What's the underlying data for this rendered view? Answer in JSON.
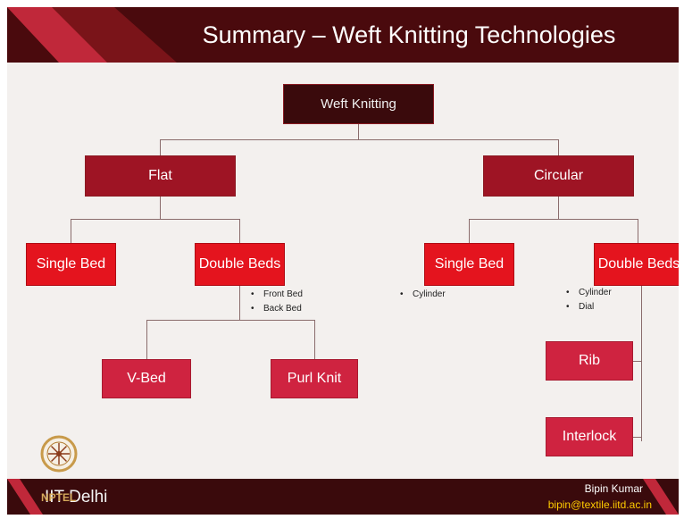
{
  "title": "Summary – Weft Knitting Technologies",
  "root": "Weft Knitting",
  "flat": {
    "label": "Flat",
    "single_bed": "Single Bed",
    "double_beds": "Double Beds",
    "double_beds_bullets": [
      "Front Bed",
      "Back Bed"
    ],
    "v_bed": "V-Bed",
    "purl_knit": "Purl Knit"
  },
  "circular": {
    "label": "Circular",
    "single_bed": "Single Bed",
    "single_bed_bullets": [
      "Cylinder"
    ],
    "double_beds": "Double Beds",
    "double_beds_bullets": [
      "Cylinder",
      "Dial"
    ],
    "rib": "Rib",
    "interlock": "Interlock"
  },
  "footer": {
    "institute": "IIT Delhi",
    "nptel": "NPTEL",
    "presenter": "Bipin Kumar",
    "email": "bipin@textile.iitd.ac.in"
  },
  "colors": {
    "title_bar": "#4a0a0d",
    "level1": "#9e1424",
    "level2": "#e4141e",
    "level3": "#cf2340"
  }
}
